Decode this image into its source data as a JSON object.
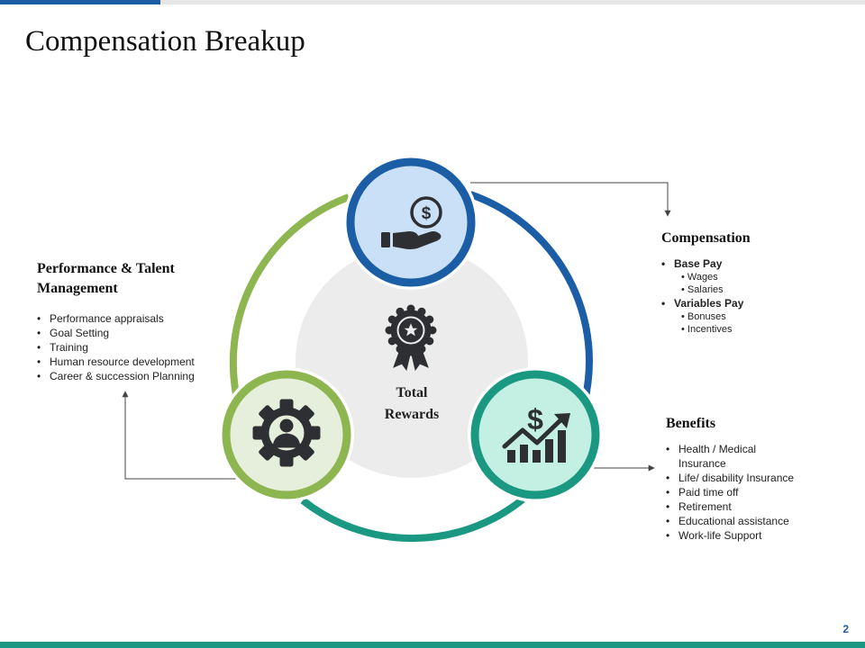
{
  "title": "Compensation Breakup",
  "page_number": "2",
  "colors": {
    "blue": "#1b5ea6",
    "blue_fill": "#c9e0f7",
    "green": "#8db650",
    "green_fill": "#e6efdb",
    "teal": "#1a9882",
    "teal_fill": "#c4efe3",
    "center_fill": "#ececec",
    "icon_dark": "#2d2f33",
    "top_accent": "#1b5ea6",
    "bottom_bar": "#1a9882"
  },
  "center": {
    "label_line1": "Total",
    "label_line2": "Rewards",
    "icon": "award-badge-icon"
  },
  "nodes": [
    {
      "id": "compensation",
      "icon": "hand-holding-money-icon"
    },
    {
      "id": "performance",
      "icon": "gear-person-icon"
    },
    {
      "id": "benefits",
      "icon": "dollar-growth-chart-icon"
    }
  ],
  "performance": {
    "title_line1": "Performance & Talent",
    "title_line2": "Management",
    "items": [
      "Performance  appraisals",
      "Goal Setting",
      "Training",
      "Human resource development",
      "Career  &  succession Planning"
    ]
  },
  "compensation": {
    "title": "Compensation",
    "groups": [
      {
        "label": "Base Pay",
        "items": [
          "Wages",
          "Salaries"
        ]
      },
      {
        "label": "Variables Pay",
        "items": [
          "Bonuses",
          "Incentives"
        ]
      }
    ]
  },
  "benefits": {
    "title": "Benefits",
    "items": [
      "Health  / Medical Insurance",
      "Life/ disability Insurance",
      "Paid time off",
      "Retirement",
      "Educational assistance",
      "Work-life Support"
    ]
  }
}
